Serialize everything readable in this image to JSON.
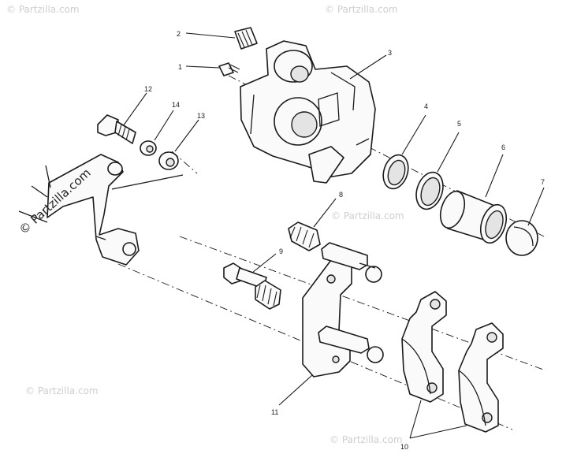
{
  "watermark": {
    "main": "© Partzilla.com",
    "faint": "© Partzilla.com"
  },
  "callouts": {
    "c1": "1",
    "c2": "2",
    "c3": "3",
    "c4": "4",
    "c5": "5",
    "c6": "6",
    "c7": "7",
    "c8": "8",
    "c9": "9",
    "c10": "10",
    "c11": "11",
    "c12": "12",
    "c13": "13",
    "c14": "14"
  }
}
